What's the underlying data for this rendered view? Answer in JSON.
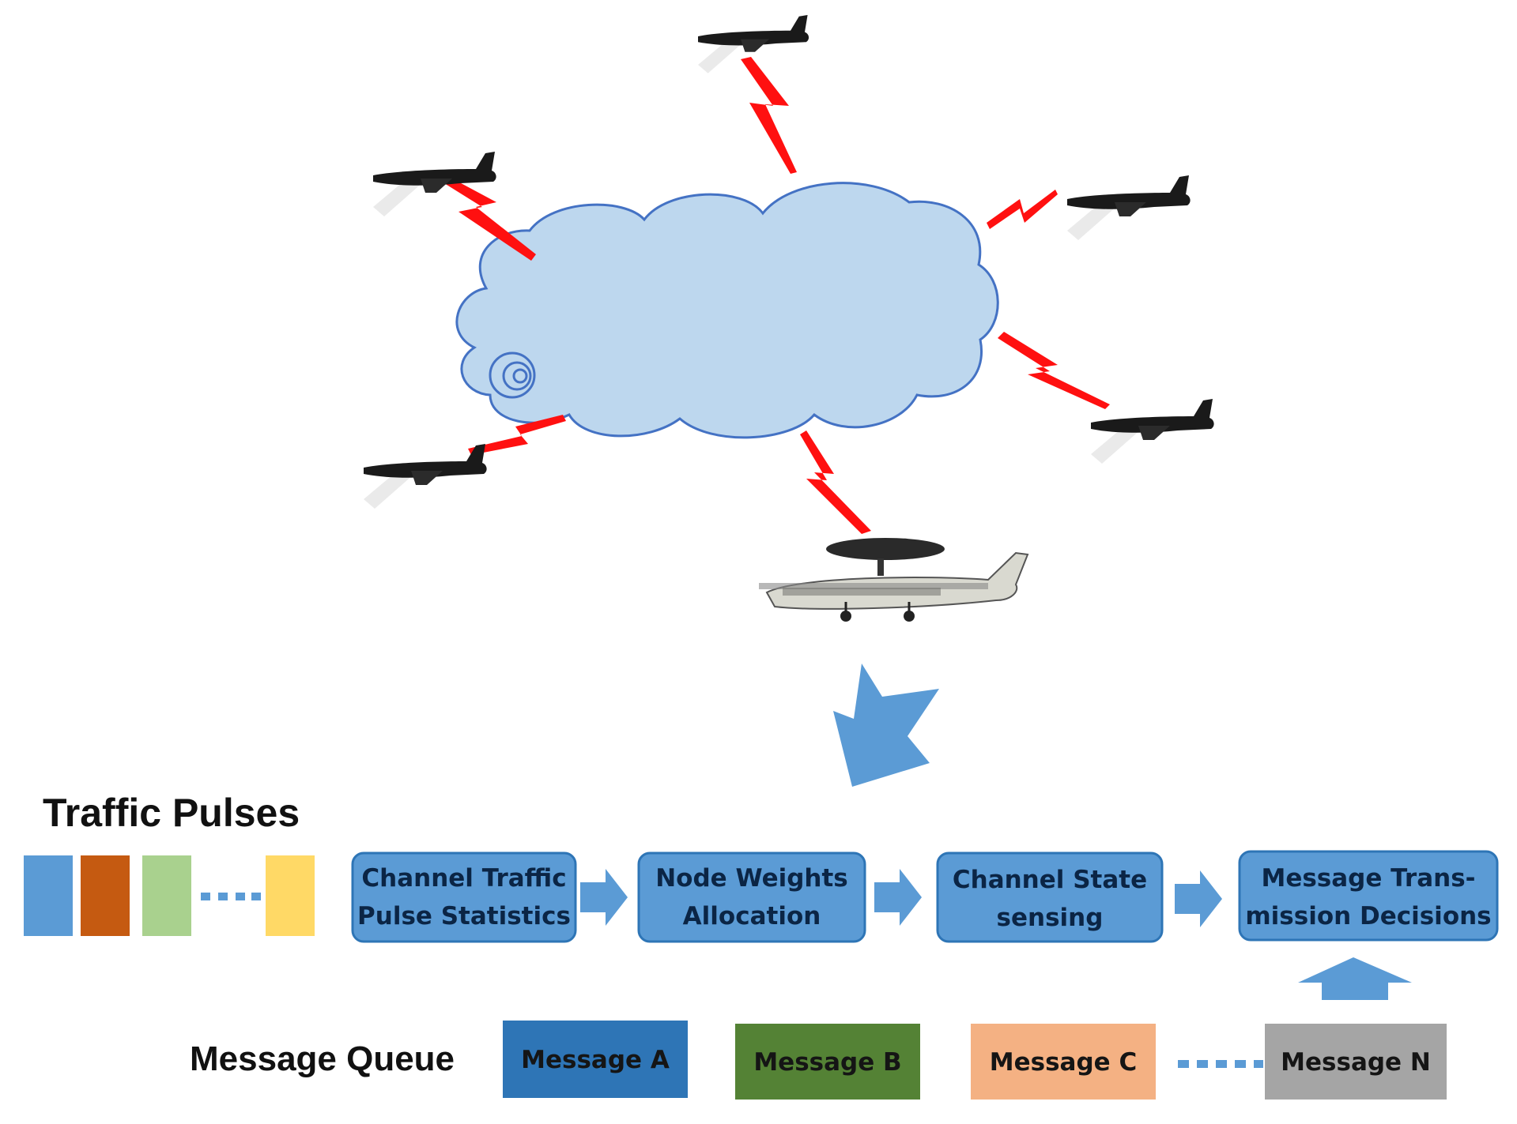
{
  "traffic": {
    "title": "Traffic Pulses",
    "pulses": [
      {
        "color": "#5b9bd5"
      },
      {
        "color": "#c55a11"
      },
      {
        "color": "#a9d18e"
      },
      {
        "color": "#ffd966"
      }
    ],
    "dots_color": "#5b9bd5"
  },
  "pipeline": {
    "steps": [
      {
        "line1": "Channel Traffic",
        "line2": "Pulse Statistics"
      },
      {
        "line1": "Node Weights",
        "line2": "Allocation"
      },
      {
        "line1": "Channel State",
        "line2": "sensing"
      },
      {
        "line1": "Message Trans-",
        "line2": "mission Decisions"
      }
    ],
    "box_fill": "#5b9bd5",
    "box_stroke": "#2e75b6"
  },
  "queue": {
    "label": "Message Queue",
    "messages": [
      {
        "label": "Message A",
        "color": "#2e75b6"
      },
      {
        "label": "Message B",
        "color": "#548235"
      },
      {
        "label": "Message C",
        "color": "#f4b183"
      },
      {
        "label": "Message N",
        "color": "#a5a5a5"
      }
    ]
  },
  "network": {
    "cloud_fill": "#bdd7ee",
    "cloud_stroke": "#4472c4",
    "link_color": "#ff0000",
    "aircraft_icons": [
      "fighter-jet-icon",
      "fighter-jet-icon",
      "fighter-jet-icon",
      "fighter-jet-icon",
      "fighter-jet-icon",
      "awacs-aircraft-icon"
    ]
  }
}
